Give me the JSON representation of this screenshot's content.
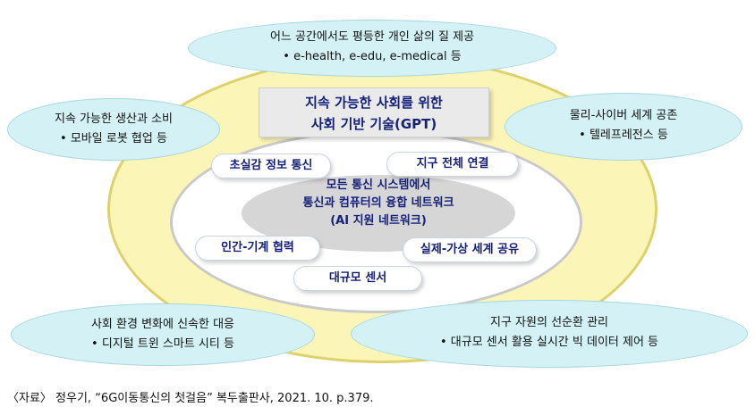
{
  "center_title": {
    "line1": "지속 가능한 사회를 위한",
    "line2": "사회 기반 기술(GPT)"
  },
  "core": {
    "line1": "모든 통신 시스템에서",
    "line2": "통신과 컴퓨터의 융합 네트워크",
    "line3": "(AI 지원 네트워크)"
  },
  "technologies": [
    {
      "label": "초실감 정보 통신"
    },
    {
      "label": "지구 전체 연결"
    },
    {
      "label": "인간-기계 협력"
    },
    {
      "label": "실제-가상 세계 공유"
    },
    {
      "label": "대규모 센서"
    }
  ],
  "goals": {
    "top": {
      "title": "어느 공간에서도 평등한 개인 삶의 질 제공",
      "bullet": "•  e-health, e-edu, e-medical 등"
    },
    "left": {
      "title": "지속 가능한 생산과 소비",
      "bullet": "•  모바일 로봇 협업 등"
    },
    "right": {
      "title": "물리-사이버 세계 공존",
      "bullet": "•  텔레프레전스 등"
    },
    "bottom_left": {
      "title": "사회 환경 변화에 신속한  대응",
      "bullet": "•  디지털 트윈 스마트 시티 등"
    },
    "bottom_right": {
      "title": "지구 자원의 선순환 관리",
      "bullet": "•  대규모 센서 활용 실시간 빅 데이터 제어 등"
    }
  },
  "source": "〈자료〉 정우기, “6G이동통신의 첫걸음” 복두출판사, 2021. 10. p.379."
}
